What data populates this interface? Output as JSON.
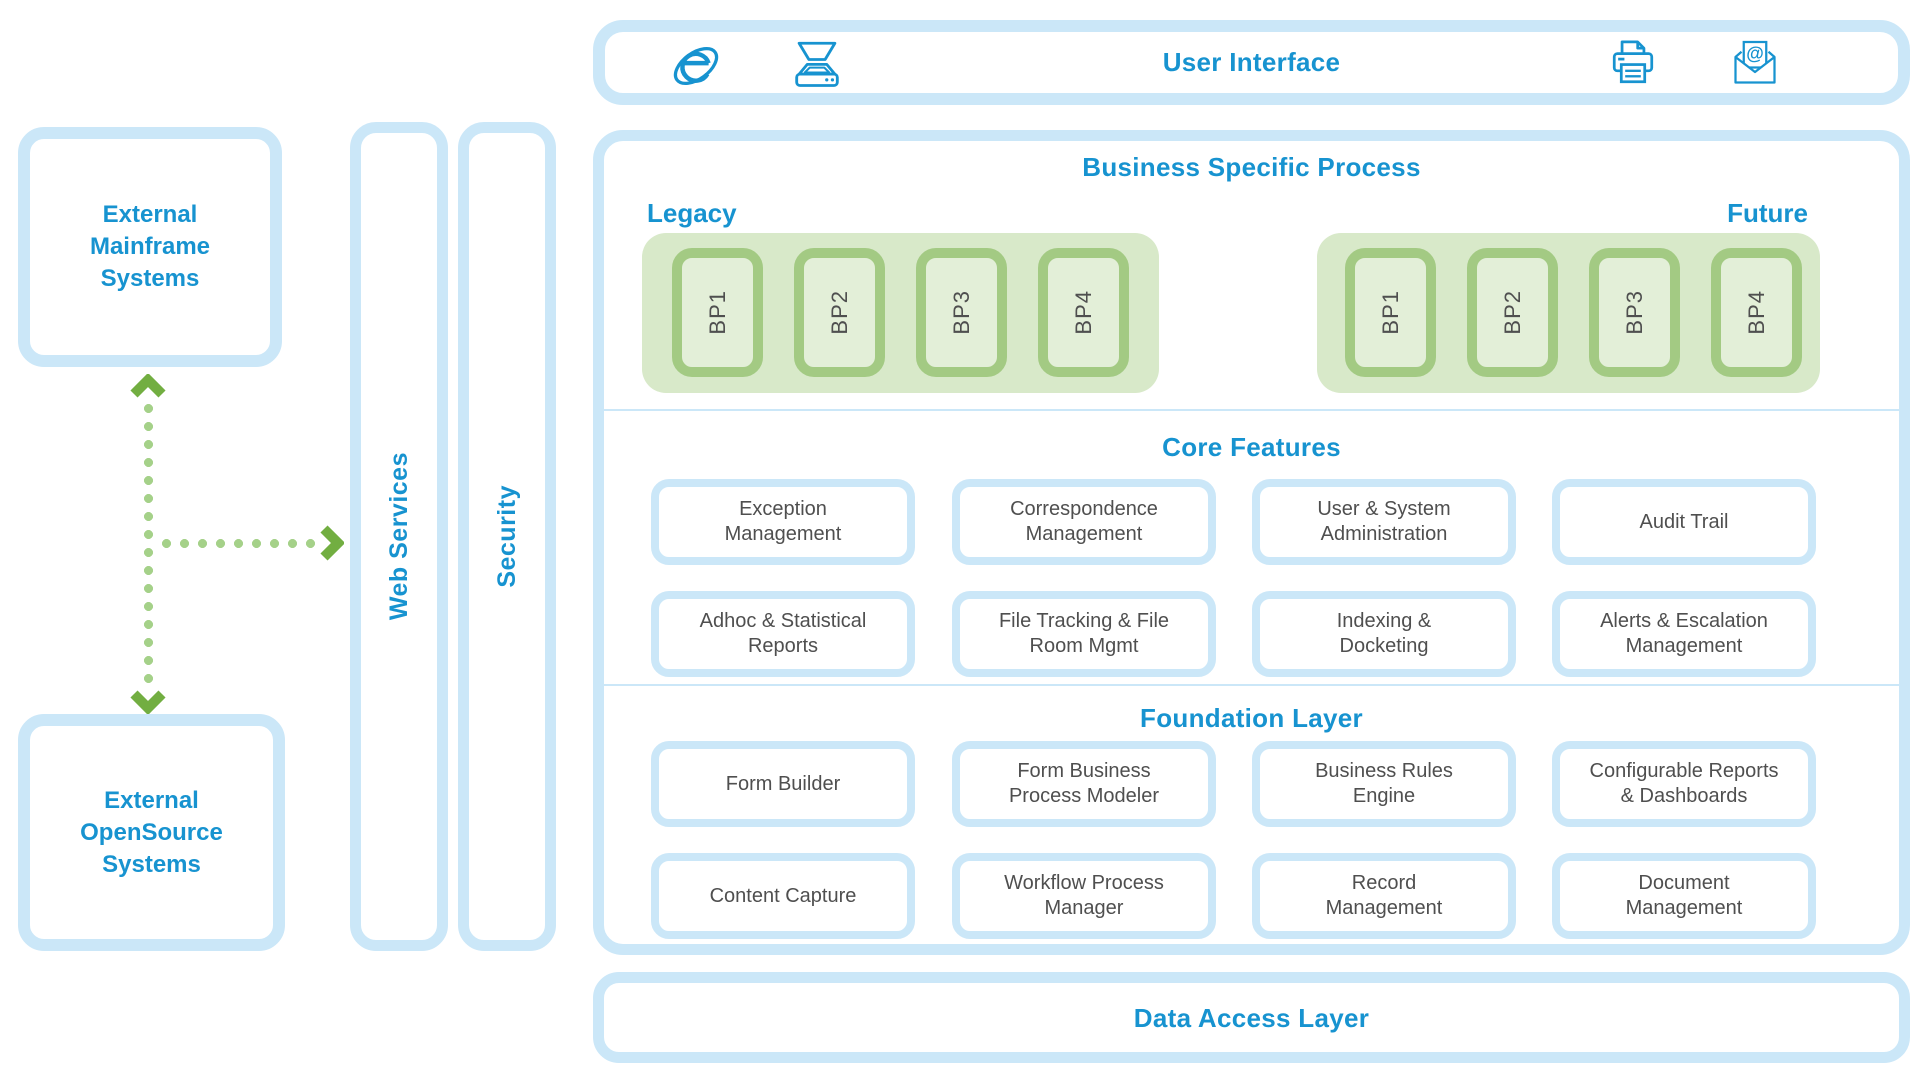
{
  "colors": {
    "accent_blue": "#1793d0",
    "light_blue_border": "#cbe7f8",
    "green_group_fill": "#d8e9c9",
    "green_pill_border": "#a3ca83",
    "green_pill_fill": "#e3efd8",
    "arrow_green": "#72ae41",
    "arrow_dot_green": "#a5d189",
    "body_text_gray": "#4f4f4f"
  },
  "ui_bar": {
    "title": "User Interface",
    "left_icons": [
      "ie-browser",
      "scanner"
    ],
    "right_icons": [
      "printer",
      "email"
    ]
  },
  "external": {
    "mainframe": {
      "label": "External\nMainframe\nSystems"
    },
    "opensource": {
      "label": "External\nOpenSource\nSystems"
    }
  },
  "sidebars": {
    "web_services": {
      "label": "Web Services"
    },
    "security": {
      "label": "Security"
    }
  },
  "main": {
    "business_process": {
      "title": "Business Specific Process",
      "legacy_label": "Legacy",
      "future_label": "Future",
      "legacy_items": [
        "BP1",
        "BP2",
        "BP3",
        "BP4"
      ],
      "future_items": [
        "BP1",
        "BP2",
        "BP3",
        "BP4"
      ]
    },
    "core_features": {
      "title": "Core Features",
      "items": [
        "Exception\nManagement",
        "Correspondence\nManagement",
        "User & System\nAdministration",
        "Audit Trail",
        "Adhoc & Statistical\nReports",
        "File Tracking & File\nRoom Mgmt",
        "Indexing &\nDocketing",
        "Alerts & Escalation\nManagement"
      ]
    },
    "foundation_layer": {
      "title": "Foundation Layer",
      "items": [
        "Form Builder",
        "Form Business\nProcess Modeler",
        "Business Rules\nEngine",
        "Configurable Reports\n& Dashboards",
        "Content Capture",
        "Workflow Process\nManager",
        "Record\nManagement",
        "Document\nManagement"
      ]
    }
  },
  "data_access": {
    "title": "Data Access Layer"
  }
}
